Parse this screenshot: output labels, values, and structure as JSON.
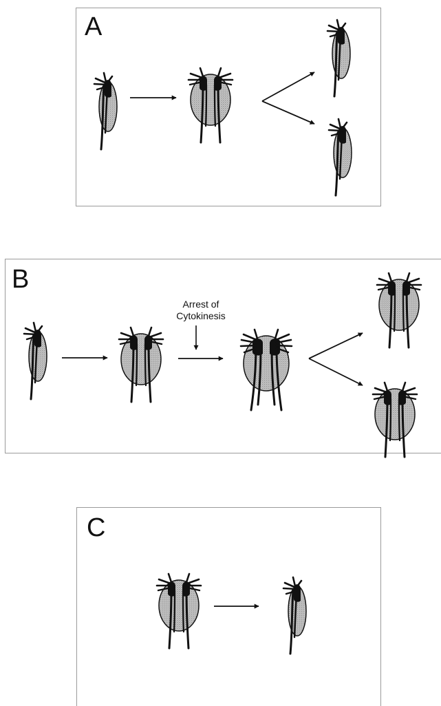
{
  "panels": {
    "a": {
      "label": "A"
    },
    "b": {
      "label": "B",
      "annotation_line1": "Arrest of",
      "annotation_line2": "Cytokinesis"
    },
    "c": {
      "label": "C"
    }
  },
  "colors": {
    "frame": "#9a9a9a",
    "ink": "#111111",
    "cell_fill": "#b9b9b9"
  },
  "cell_types": [
    "single-flagellar-set cell",
    "double-flagellar-set cell",
    "quadruple-flagellar-set cell"
  ]
}
